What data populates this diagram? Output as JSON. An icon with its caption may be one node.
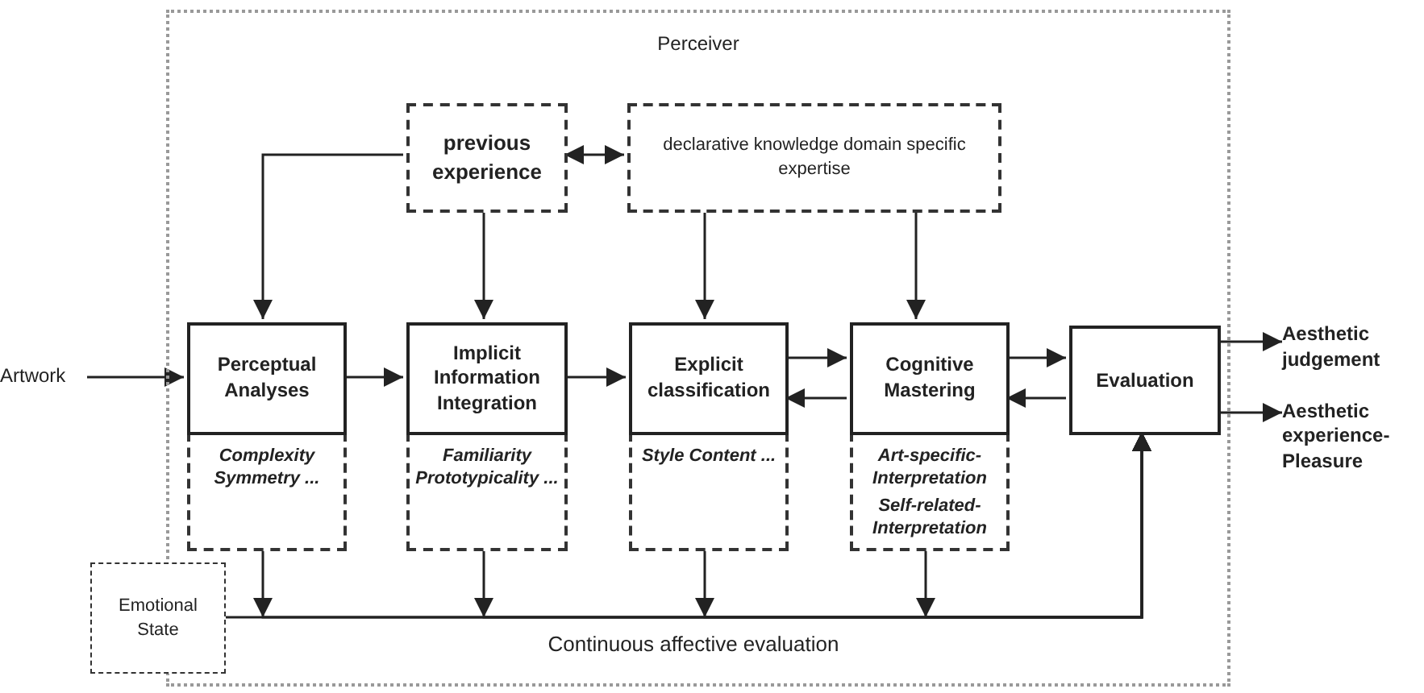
{
  "diagram": {
    "nodes": [
      {
        "text": [
          "Perceiver"
        ]
      },
      {
        "text": [
          "previous experience"
        ],
        "in": 0
      },
      {
        "text": [
          "declarative knowledge domain specific expertise"
        ],
        "in": 0
      },
      {
        "text": [
          "Perceptual Analyses",
          "Complexity Symmetry ..."
        ],
        "in": 0
      },
      {
        "text": [
          "Implicit Information Integration",
          "Familiarity Prototypicality ..."
        ],
        "in": 0
      },
      {
        "text": [
          "Explicit classification",
          "Style Content ..."
        ],
        "in": 0
      },
      {
        "text": [
          "Cognitive Mastering",
          "Art-specific- Interpretation",
          "Self-related- Interpretation"
        ],
        "in": 0
      },
      {
        "text": [
          "Evaluation"
        ],
        "in": 0
      },
      {
        "text": [
          "Artwork"
        ]
      },
      {
        "text": [
          "Aesthetic judgement"
        ]
      },
      {
        "text": [
          "Aesthetic experience- Pleasure"
        ]
      },
      {
        "text": [
          "Emotional State"
        ]
      }
    ],
    "edges": [
      {
        "from": 8,
        "to": 3,
        "arrow": "to"
      },
      {
        "from": 1,
        "to": 3,
        "arrow": "to"
      },
      {
        "from": 1,
        "to": 4,
        "arrow": "to"
      },
      {
        "from": 1,
        "to": 2,
        "arrow": "both"
      },
      {
        "from": 2,
        "to": 5,
        "arrow": "to"
      },
      {
        "from": 2,
        "to": 6,
        "arrow": "to"
      },
      {
        "from": 3,
        "to": 4,
        "arrow": "to"
      },
      {
        "from": 4,
        "to": 5,
        "arrow": "to"
      },
      {
        "from": 5,
        "to": 6,
        "arrow": "to"
      },
      {
        "from": 6,
        "to": 5,
        "arrow": "to"
      },
      {
        "from": 6,
        "to": 7,
        "arrow": "to"
      },
      {
        "from": 7,
        "to": 6,
        "arrow": "to"
      },
      {
        "from": 7,
        "to": 9,
        "arrow": "to"
      },
      {
        "from": 7,
        "to": 10,
        "arrow": "to"
      },
      {
        "from": 3,
        "to": 7,
        "arrow": "to"
      },
      {
        "from": 4,
        "to": 7,
        "arrow": "to"
      },
      {
        "from": 5,
        "to": 7,
        "arrow": "to"
      },
      {
        "from": 6,
        "to": 7,
        "arrow": "to"
      },
      {
        "from": 11,
        "to": 7,
        "arrow": "to"
      }
    ],
    "labels": [
      "Continuous affective evaluation"
    ]
  }
}
